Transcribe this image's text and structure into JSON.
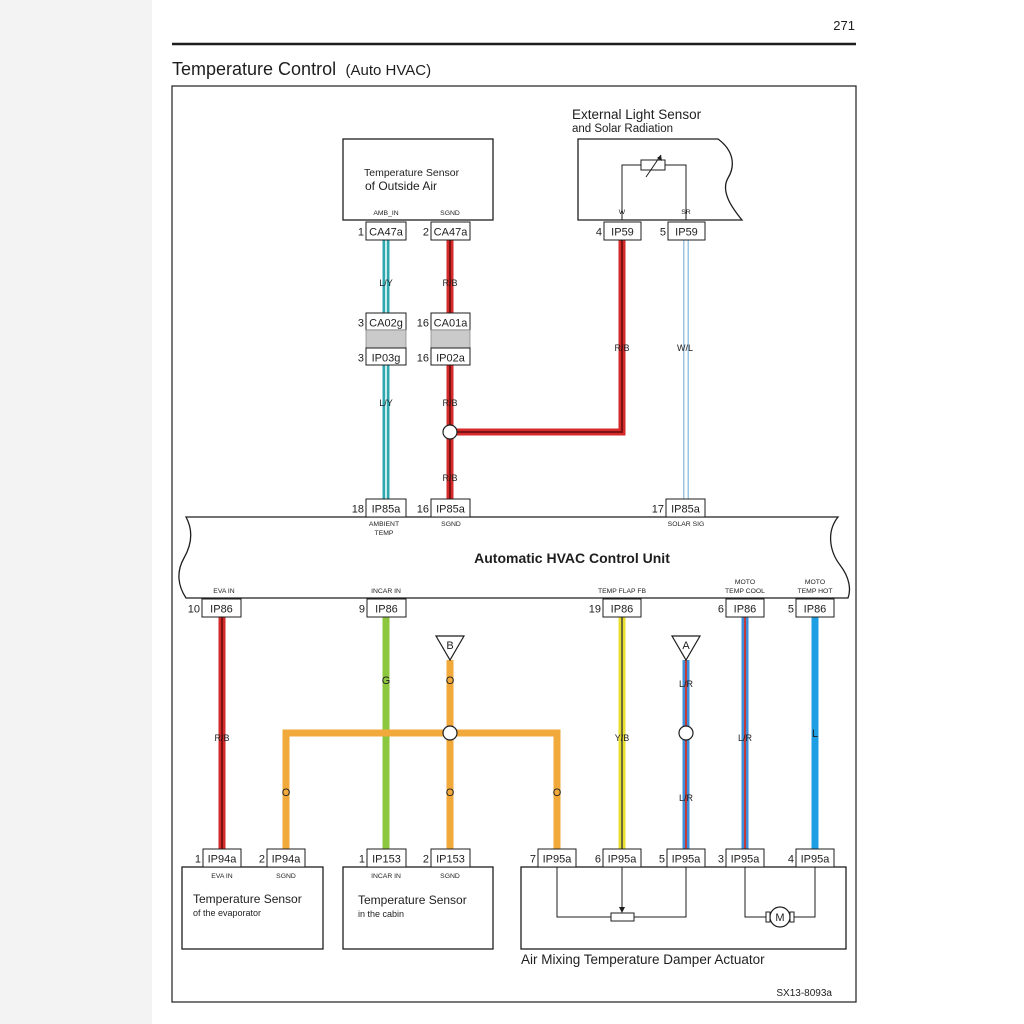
{
  "page": {
    "number": "271",
    "title_main": "Temperature Control",
    "title_sub": "(Auto HVAC)",
    "figure_id": "SX13-8093a"
  },
  "components": {
    "outside_air_sensor": {
      "line1": "Temperature Sensor",
      "line2": "of Outside Air",
      "pin1": "AMB_IN",
      "pin2": "SGND"
    },
    "light_sensor": {
      "line1": "External Light Sensor",
      "line2": "and Solar Radiation",
      "pin1": "W",
      "pin2": "SR"
    },
    "control_unit": {
      "name": "Automatic HVAC Control Unit",
      "ambient_temp_1": "AMBIENT",
      "ambient_temp_2": "TEMP",
      "sgnd": "SGND",
      "solar_sig": "SOLAR SIG",
      "eva_in": "EVA IN",
      "incar_in": "INCAR IN",
      "temp_flap_fb": "TEMP FLAP FB",
      "moto_cool_1": "MOTO",
      "moto_cool_2": "TEMP COOL",
      "moto_hot_1": "MOTO",
      "moto_hot_2": "TEMP HOT"
    },
    "evaporator_sensor": {
      "line1": "Temperature Sensor",
      "line2": "of the evaporator",
      "pin1": "EVA IN",
      "pin2": "SGND"
    },
    "cabin_sensor": {
      "line1": "Temperature Sensor",
      "line2": "in the cabin",
      "pin1": "INCAR IN",
      "pin2": "SGND"
    },
    "actuator": {
      "name": "Air Mixing Temperature Damper Actuator",
      "motor": "M"
    }
  },
  "connectors": {
    "ca47a_pin1": {
      "pin": "1",
      "name": "CA47a"
    },
    "ca47a_pin2": {
      "pin": "2",
      "name": "CA47a"
    },
    "ip59_pin4": {
      "pin": "4",
      "name": "IP59"
    },
    "ip59_pin5": {
      "pin": "5",
      "name": "IP59"
    },
    "ca02g_pin3": {
      "pin": "3",
      "name": "CA02g"
    },
    "ca01a_pin16": {
      "pin": "16",
      "name": "CA01a"
    },
    "ip03g_pin3": {
      "pin": "3",
      "name": "IP03g"
    },
    "ip02a_pin16": {
      "pin": "16",
      "name": "IP02a"
    },
    "ip85a_pin18": {
      "pin": "18",
      "name": "IP85a"
    },
    "ip85a_pin16": {
      "pin": "16",
      "name": "IP85a"
    },
    "ip85a_pin17": {
      "pin": "17",
      "name": "IP85a"
    },
    "ip86_pin10": {
      "pin": "10",
      "name": "IP86"
    },
    "ip86_pin9": {
      "pin": "9",
      "name": "IP86"
    },
    "ip86_pin19": {
      "pin": "19",
      "name": "IP86"
    },
    "ip86_pin6": {
      "pin": "6",
      "name": "IP86"
    },
    "ip86_pin5": {
      "pin": "5",
      "name": "IP86"
    },
    "ip94a_pin1": {
      "pin": "1",
      "name": "IP94a"
    },
    "ip94a_pin2": {
      "pin": "2",
      "name": "IP94a"
    },
    "ip153_pin1": {
      "pin": "1",
      "name": "IP153"
    },
    "ip153_pin2": {
      "pin": "2",
      "name": "IP153"
    },
    "ip95a_pin7": {
      "pin": "7",
      "name": "IP95a"
    },
    "ip95a_pin6": {
      "pin": "6",
      "name": "IP95a"
    },
    "ip95a_pin5": {
      "pin": "5",
      "name": "IP95a"
    },
    "ip95a_pin3": {
      "pin": "3",
      "name": "IP95a"
    },
    "ip95a_pin4": {
      "pin": "4",
      "name": "IP95a"
    }
  },
  "wire_labels": {
    "ly_upper": "L/Y",
    "rb_upper": "R/B",
    "rb_sensor": "R/B",
    "wl": "W/L",
    "ly_lower": "L/Y",
    "rb_lower": "R/B",
    "rb_junction": "R/B",
    "rb_eva": "R/B",
    "g_incar": "G",
    "o_ref_b": "O",
    "o_left": "O",
    "o_mid": "O",
    "o_right": "O",
    "yb_flap": "Y/B",
    "lr_ref_a_upper": "L/R",
    "lr_ref_a_lower": "L/R",
    "lr_cool": "L/R",
    "l_hot": "L"
  },
  "references": {
    "a": "A",
    "b": "B"
  },
  "wire_colors": {
    "RB": {
      "base": "#d42a2a",
      "stripe": "#7d1212"
    },
    "LY": {
      "base": "#2fa7b0",
      "stripe": "#c9ecea"
    },
    "WL": {
      "base": "#9cc6e6",
      "stripe": "#ffffff"
    },
    "G": {
      "base": "#8dc63f"
    },
    "O": {
      "base": "#f2a93b"
    },
    "YB": {
      "base": "#e9df2e",
      "stripe": "#3a3a3a"
    },
    "LR": {
      "base": "#3f8ed8",
      "stripe": "#c23a3a"
    },
    "L": {
      "base": "#1f9fe3"
    }
  }
}
